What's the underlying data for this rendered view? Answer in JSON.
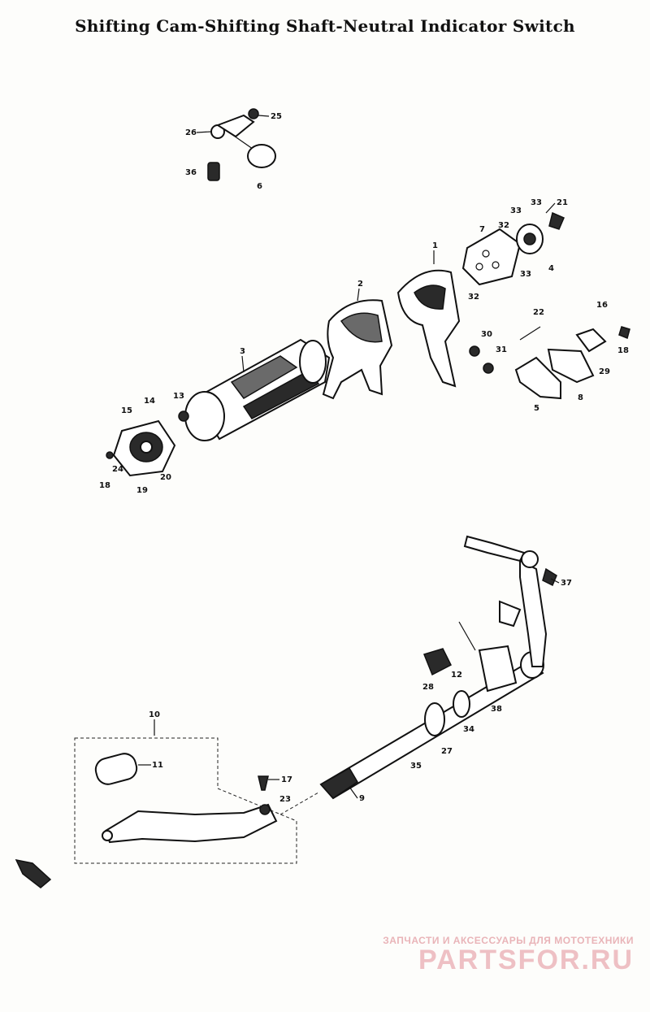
{
  "title": "Shifting Cam-Shifting Shaft-Neutral Indicator Switch",
  "part_numbers": [
    "1",
    "2",
    "3",
    "4",
    "5",
    "6",
    "7",
    "8",
    "9",
    "10",
    "11",
    "12",
    "13",
    "14",
    "15",
    "16",
    "17",
    "18",
    "19",
    "20",
    "21",
    "22",
    "23",
    "24",
    "25",
    "26",
    "27",
    "28",
    "29",
    "30",
    "31",
    "32",
    "33",
    "34",
    "35",
    "36",
    "37",
    "38"
  ],
  "watermark": {
    "tagline": "ЗАПЧАСТИ И АКСЕССУАРЫ ДЛЯ МОТОТЕХНИКИ",
    "brand": "PARTSFOR.RU"
  },
  "colors": {
    "ink": "#111111",
    "watermark": "#eec0c4"
  }
}
